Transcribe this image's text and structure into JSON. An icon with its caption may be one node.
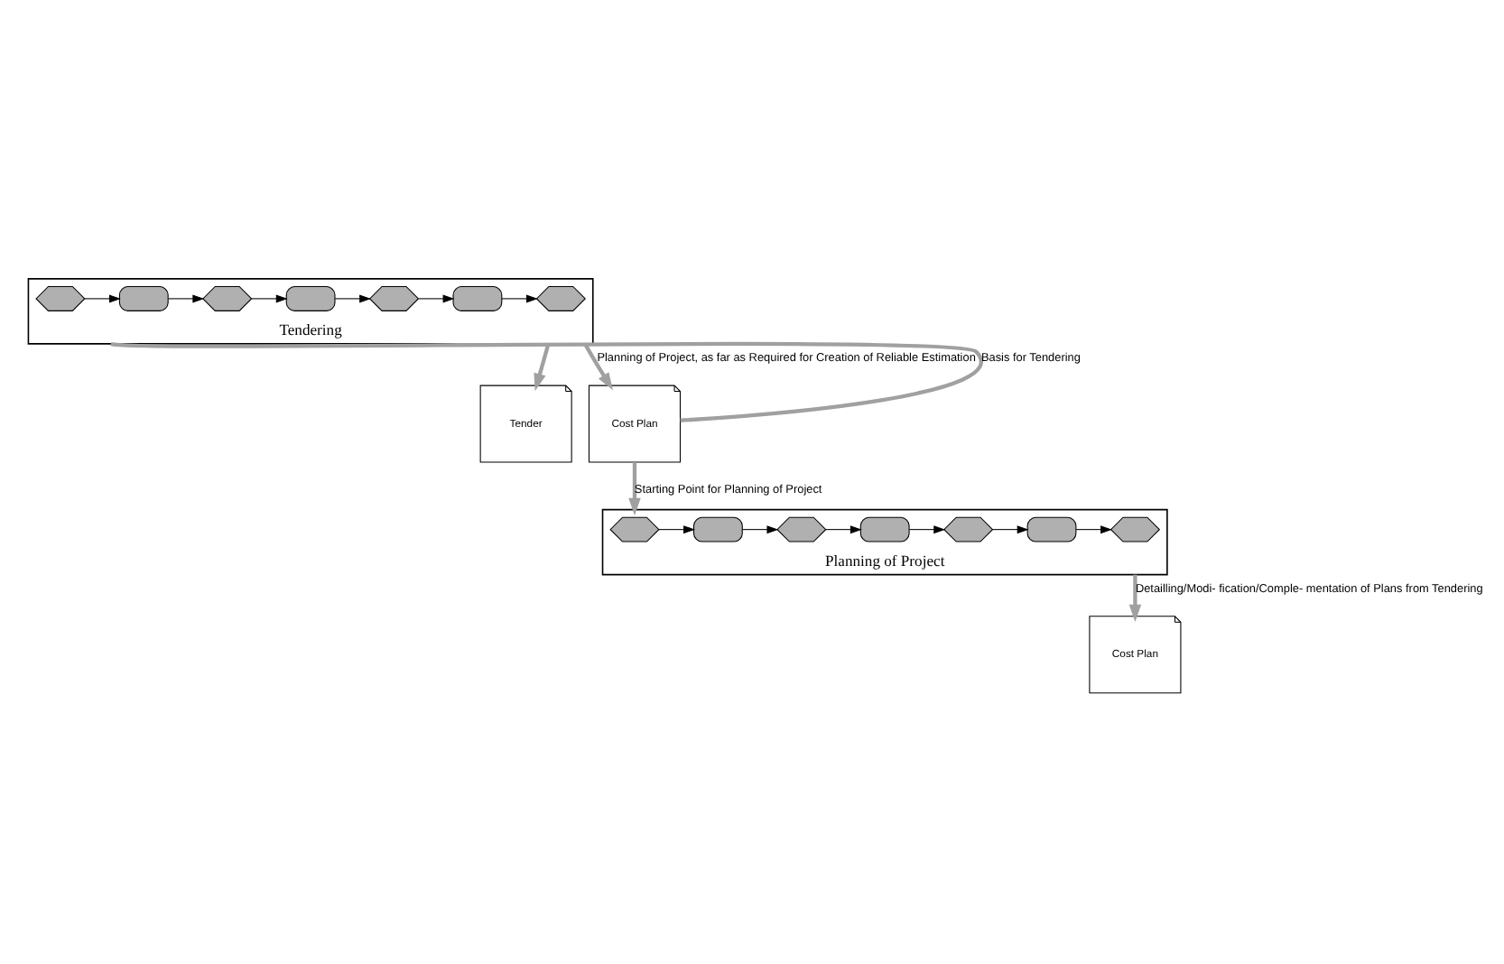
{
  "diagram": {
    "nodes": [
      {
        "text": [
          "Tendering"
        ]
      },
      {
        "text": [],
        "shape": "hexagon",
        "in": 0
      },
      {
        "text": [],
        "shape": "box",
        "in": 0
      },
      {
        "text": [],
        "shape": "hexagon",
        "in": 0
      },
      {
        "text": [],
        "shape": "box",
        "in": 0
      },
      {
        "text": [],
        "shape": "hexagon",
        "in": 0
      },
      {
        "text": [],
        "shape": "box",
        "in": 0
      },
      {
        "text": [],
        "shape": "hexagon",
        "in": 0
      },
      {
        "text": [
          "Tender"
        ]
      },
      {
        "text": [
          "Cost Plan"
        ]
      },
      {
        "text": [
          "Planning of Project"
        ]
      },
      {
        "text": [],
        "shape": "hexagon",
        "in": 10
      },
      {
        "text": [],
        "shape": "box",
        "in": 10
      },
      {
        "text": [],
        "shape": "hexagon",
        "in": 10
      },
      {
        "text": [],
        "shape": "box",
        "in": 10
      },
      {
        "text": [],
        "shape": "hexagon",
        "in": 10
      },
      {
        "text": [],
        "shape": "box",
        "in": 10
      },
      {
        "text": [],
        "shape": "hexagon",
        "in": 10
      },
      {
        "text": [
          "Cost Plan"
        ]
      }
    ],
    "edges": [
      {
        "from": 1,
        "to": 2,
        "arrow": "to"
      },
      {
        "from": 2,
        "to": 3,
        "arrow": "to"
      },
      {
        "from": 3,
        "to": 4,
        "arrow": "to"
      },
      {
        "from": 4,
        "to": 5,
        "arrow": "to"
      },
      {
        "from": 5,
        "to": 6,
        "arrow": "to"
      },
      {
        "from": 6,
        "to": 7,
        "arrow": "to"
      },
      {
        "from": 0,
        "to": 8,
        "arrow": "to",
        "style": "thick",
        "color": "#a0a0a0"
      },
      {
        "from": 0,
        "to": 9,
        "arrow": "to",
        "label": "Planning of Project, as far as Required for Creation of Reliable Estimation",
        "style": "thick",
        "color": "#a0a0a0"
      },
      {
        "from": 9,
        "to": 0,
        "arrow": "none",
        "label": "Basis for Tendering",
        "style": "thick",
        "color": "#a0a0a0"
      },
      {
        "from": 9,
        "to": 10,
        "arrow": "to",
        "label": "Starting Point for Planning of Project",
        "style": "thick",
        "color": "#a0a0a0"
      },
      {
        "from": 11,
        "to": 12,
        "arrow": "to"
      },
      {
        "from": 12,
        "to": 13,
        "arrow": "to"
      },
      {
        "from": 13,
        "to": 14,
        "arrow": "to"
      },
      {
        "from": 14,
        "to": 15,
        "arrow": "to"
      },
      {
        "from": 15,
        "to": 16,
        "arrow": "to"
      },
      {
        "from": 16,
        "to": 17,
        "arrow": "to"
      },
      {
        "from": 10,
        "to": 18,
        "arrow": "to",
        "label": "Detailling/Modi- fication/Comple- mentation of Plans from Tendering",
        "style": "thick",
        "color": "#a0a0a0"
      }
    ]
  }
}
